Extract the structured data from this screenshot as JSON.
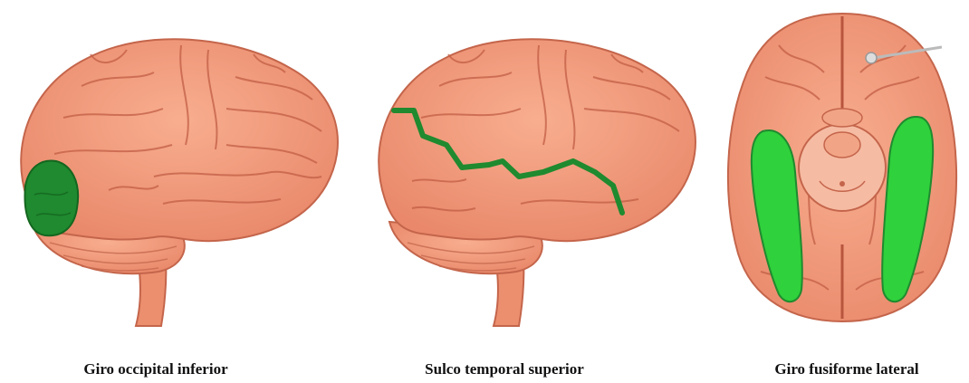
{
  "captions": {
    "left": "Giro occipital inferior",
    "middle": "Sulco temporal superior",
    "right": "Giro fusiforme lateral"
  },
  "colors": {
    "brain_fill": "#f29a7a",
    "brain_shadow": "#d9765a",
    "brain_sulcus": "#c25e45",
    "highlight_green": "#1f8a2f",
    "bright_green": "#2fd13c"
  },
  "figures": [
    {
      "view": "lateral",
      "highlight": "inferior-occipital-gyrus"
    },
    {
      "view": "lateral",
      "highlight": "superior-temporal-sulcus"
    },
    {
      "view": "ventral",
      "highlight": "lateral-fusiform-gyrus"
    }
  ]
}
